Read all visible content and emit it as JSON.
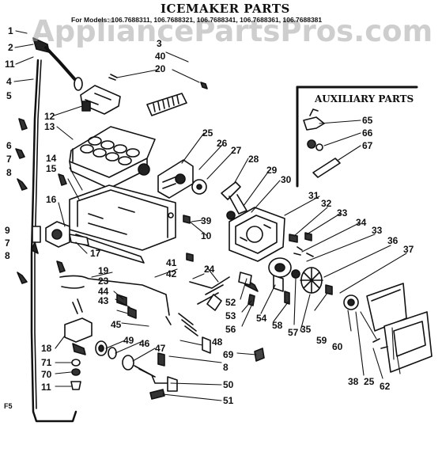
{
  "title": "ICEMAKER PARTS",
  "models_line": "For Models: 106.7688311, 106.7688321, 106.7688341, 106.7688361, 106.7688381",
  "watermark": "AppliancePartsPros.com",
  "auxiliary_title": "AUXILIARY PARTS",
  "figure_code": "F5",
  "callouts": [
    "1",
    "2",
    "11",
    "4",
    "5",
    "12",
    "13",
    "3",
    "40",
    "20",
    "25",
    "26",
    "27",
    "28",
    "6",
    "7",
    "8",
    "14",
    "15",
    "16",
    "29",
    "30",
    "39",
    "10",
    "31",
    "32",
    "33",
    "9",
    "7",
    "8",
    "17",
    "34",
    "33",
    "36",
    "37",
    "19",
    "41",
    "42",
    "24",
    "23",
    "44",
    "43",
    "45",
    "52",
    "53",
    "56",
    "54",
    "58",
    "57",
    "35",
    "18",
    "71",
    "70",
    "11",
    "49",
    "46",
    "47",
    "48",
    "69",
    "8",
    "59",
    "60",
    "38",
    "25",
    "62",
    "50",
    "51",
    "65",
    "66",
    "67"
  ]
}
